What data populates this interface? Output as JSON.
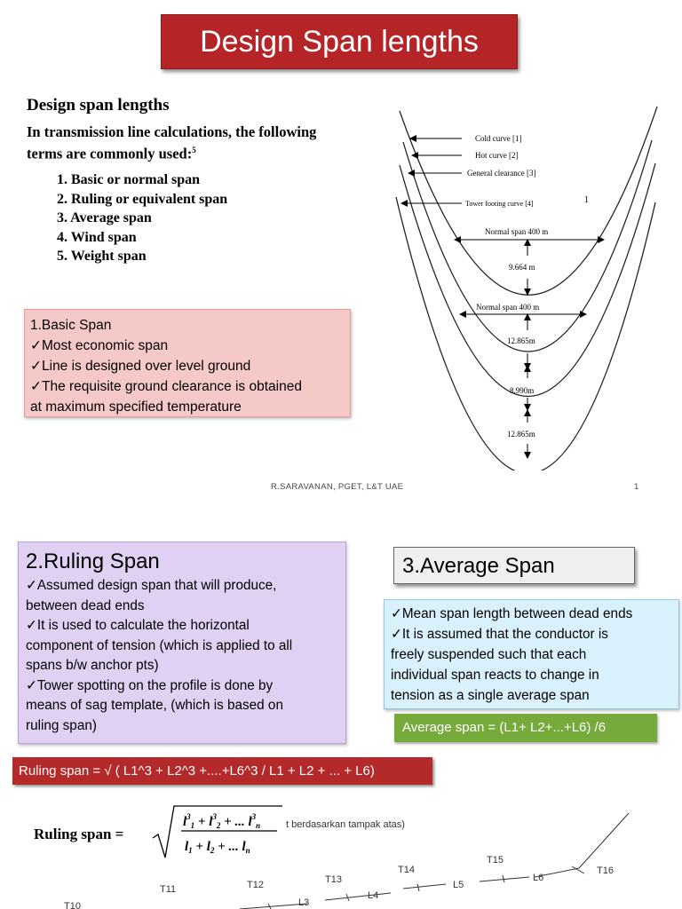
{
  "slide1": {
    "title": "Design Span lengths",
    "scan": {
      "heading": "Design span lengths",
      "intro_line1": "In transmission line calculations, the following",
      "intro_line2": "terms are commonly used:",
      "intro_sup": "5",
      "items": [
        "1.  Basic or normal span",
        "2.  Ruling or equivalent span",
        "3.  Average span",
        "4.  Wind span",
        "5.  Weight span"
      ]
    },
    "basic_span": {
      "title": "1.Basic Span",
      "bullets": [
        "Most economic span",
        "Line is designed over level ground",
        "The requisite ground clearance is obtained"
      ],
      "continuation": "at maximum specified temperature"
    },
    "diagram": {
      "labels": [
        "Cold curve [1]",
        "Hot curve [2]",
        "General clearance [3]",
        "Tower footing curve [4]"
      ],
      "mark": "1",
      "span_top": "Normal span 400 m",
      "span_mid": "Normal span 400 m",
      "dims": [
        "9.664 m",
        "12.865m",
        "8.990m",
        "12.865m"
      ]
    },
    "footer": {
      "credit": "R.SARAVANAN, PGET, L&T UAE",
      "page": "1"
    }
  },
  "slide2": {
    "ruling": {
      "title": "2.Ruling Span",
      "lines": [
        {
          "check": true,
          "text": "Assumed design span that will produce,"
        },
        {
          "check": false,
          "text": "between dead ends"
        },
        {
          "check": true,
          "text": "It is used to calculate the horizontal"
        },
        {
          "check": false,
          "text": "component of tension (which is applied to all"
        },
        {
          "check": false,
          "text": "spans b/w anchor pts)"
        },
        {
          "check": true,
          "text": "Tower spotting on the profile is done by"
        },
        {
          "check": false,
          "text": "means of sag template, (which is based on"
        },
        {
          "check": false,
          "text": "ruling span)"
        }
      ]
    },
    "average": {
      "title": "3.Average Span",
      "lines": [
        {
          "check": true,
          "text": "Mean span length between dead ends"
        },
        {
          "check": true,
          "text": "It is assumed that the conductor is"
        },
        {
          "check": false,
          "text": "freely suspended such that each"
        },
        {
          "check": false,
          "text": "individual span reacts to change in"
        },
        {
          "check": false,
          "text": "tension as a single average span"
        }
      ],
      "formula": "Average span = (L1+ L2+...+L6) /6"
    },
    "ruling_formula": "Ruling span = √ ( L1^3 + L2^3 +....+L6^3 / L1 + L2 + ... + L6)",
    "formula_image": {
      "label": "Ruling span =",
      "note": "t berdasarkan tampak atas)"
    },
    "towers": [
      "T10",
      "T11",
      "T12",
      "T13",
      "T14",
      "T15",
      "T16"
    ],
    "spans": [
      "L3",
      "L4",
      "L5",
      "L6"
    ]
  },
  "colors": {
    "title_red": "#b52426",
    "pink": "#f6c9c9",
    "purple": "#e0d0f2",
    "cyan": "#d8f1fc",
    "green": "#76ab3c",
    "red_bar": "#b42a2a"
  }
}
